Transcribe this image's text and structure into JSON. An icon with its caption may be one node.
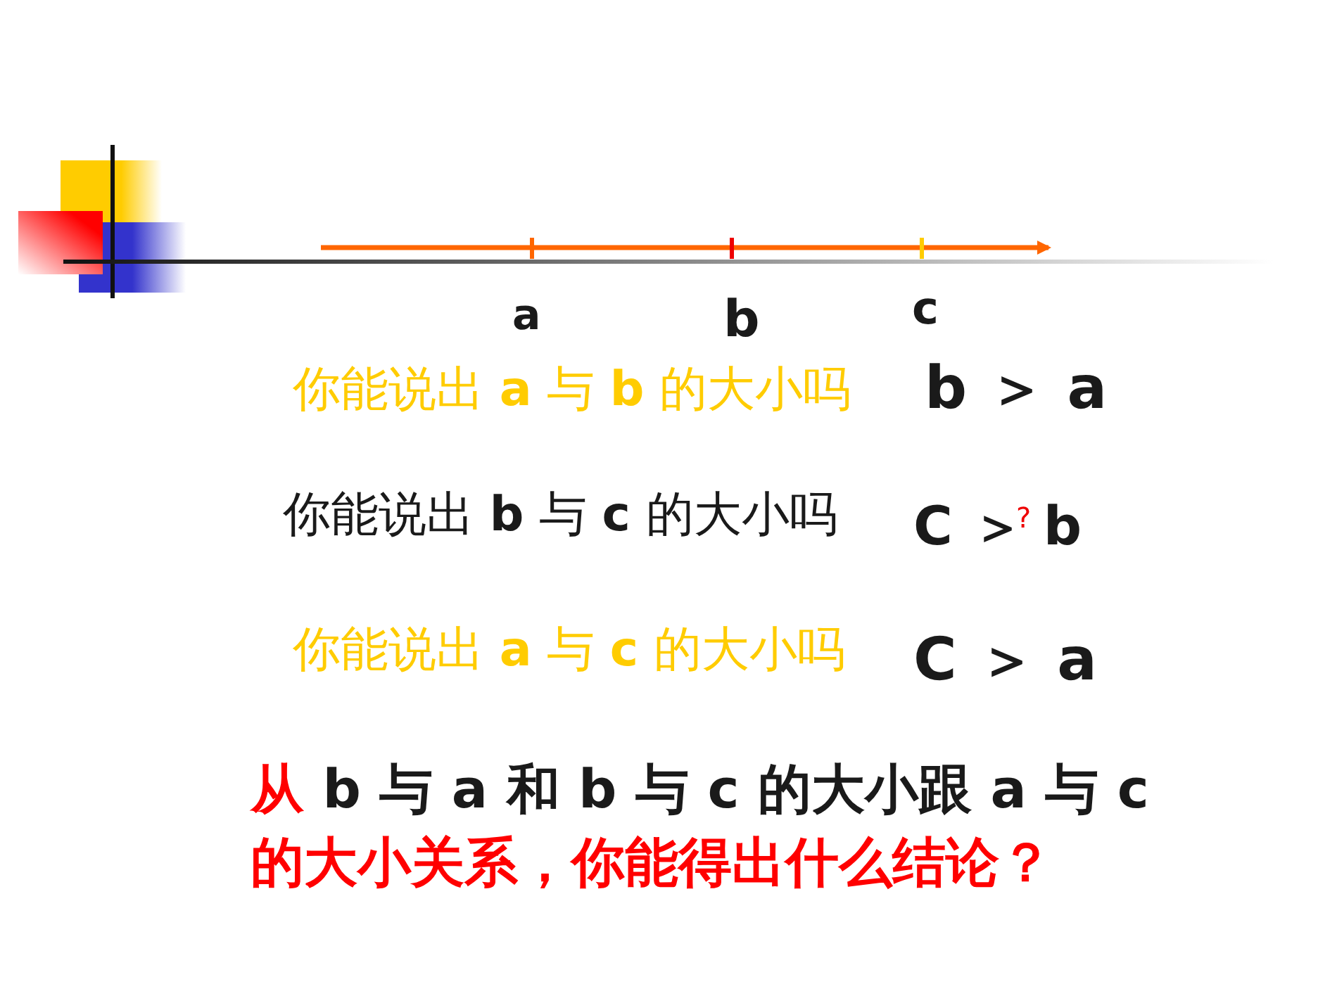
{
  "diagram": {
    "labels": [
      "a",
      "b",
      "c",
      "你能说出 a 与 b 的大小吗",
      "b ＞ a",
      "你能说出 b 与 c 的大小吗",
      "C ＞ b",
      "?",
      "你能说出 a 与 c 的大小吗",
      "C ＞ a",
      "从 b 与 a 和 b 与 c 的大小跟 a 与 c 的大小关系，你能得出什么结论？"
    ]
  }
}
